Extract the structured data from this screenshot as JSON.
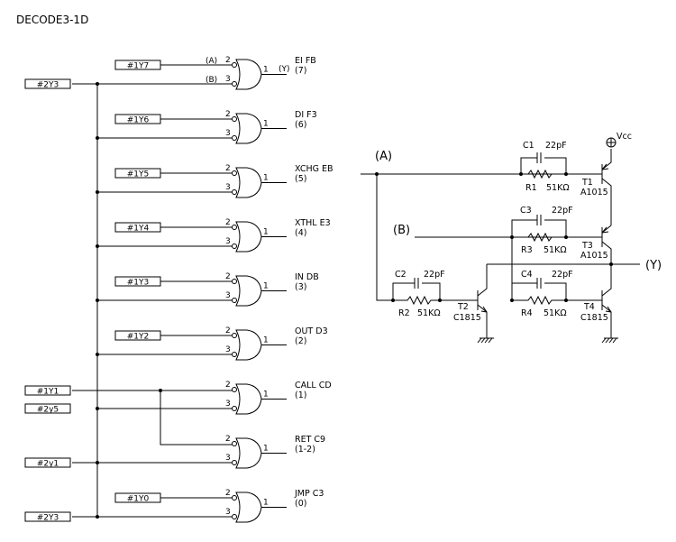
{
  "title": "DECODE3-1D",
  "bus_labels": [
    "#2Y3",
    "#1Y7",
    "#1Y6",
    "#1Y5",
    "#1Y4",
    "#1Y3",
    "#1Y2",
    "#1Y1",
    "#2y5",
    "#2y1",
    "#1Y0",
    "#2Y3"
  ],
  "gates": [
    {
      "pin_a": "2",
      "pin_b": "3",
      "pin_y": "1",
      "note1": "EI FB",
      "note2": "(7)"
    },
    {
      "pin_a": "2",
      "pin_b": "3",
      "pin_y": "1",
      "note1": "DI F3",
      "note2": "(6)"
    },
    {
      "pin_a": "2",
      "pin_b": "3",
      "pin_y": "1",
      "note1": "XCHG EB",
      "note2": "(5)"
    },
    {
      "pin_a": "2",
      "pin_b": "3",
      "pin_y": "1",
      "note1": "XTHL E3",
      "note2": "(4)"
    },
    {
      "pin_a": "2",
      "pin_b": "3",
      "pin_y": "1",
      "note1": "IN DB",
      "note2": "(3)"
    },
    {
      "pin_a": "2",
      "pin_b": "3",
      "pin_y": "1",
      "note1": "OUT D3",
      "note2": "(2)"
    },
    {
      "pin_a": "2",
      "pin_b": "3",
      "pin_y": "1",
      "note1": "CALL CD",
      "note2": "(1)"
    },
    {
      "pin_a": "2",
      "pin_b": "3",
      "pin_y": "1",
      "note1": "RET C9",
      "note2": "(1-2)"
    },
    {
      "pin_a": "2",
      "pin_b": "3",
      "pin_y": "1",
      "note1": "JMP C3",
      "note2": "(0)"
    }
  ],
  "gate1_inputs": {
    "a": "(A)",
    "b": "(B)",
    "y": "(Y)"
  },
  "circuit": {
    "in_a": "(A)",
    "in_b": "(B)",
    "out_y": "(Y)",
    "vcc": "Vcc",
    "c1": "C1",
    "c1_val": "22pF",
    "r1": "R1",
    "r1_val": "51KΩ",
    "c2": "C2",
    "c2_val": "22pF",
    "r2": "R2",
    "r2_val": "51KΩ",
    "c3": "C3",
    "c3_val": "22pF",
    "r3": "R3",
    "r3_val": "51KΩ",
    "c4": "C4",
    "c4_val": "22pF",
    "r4": "R4",
    "r4_val": "51KΩ",
    "t1": "T1",
    "t1_type": "A1015",
    "t2": "T2",
    "t2_type": "C1815",
    "t3": "T3",
    "t3_type": "A1015",
    "t4": "T4",
    "t4_type": "C1815"
  }
}
